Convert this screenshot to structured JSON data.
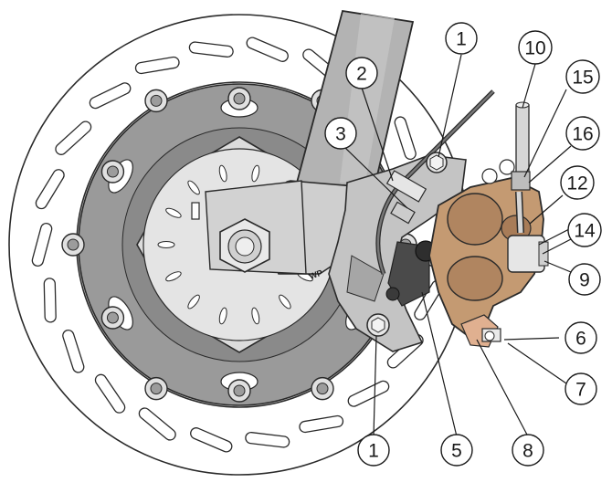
{
  "figure": {
    "hub_logo_text": "WP",
    "callouts": [
      {
        "id": "c1-top",
        "label": "1"
      },
      {
        "id": "c2",
        "label": "2"
      },
      {
        "id": "c3",
        "label": "3"
      },
      {
        "id": "c10",
        "label": "10"
      },
      {
        "id": "c15",
        "label": "15"
      },
      {
        "id": "c16",
        "label": "16"
      },
      {
        "id": "c12",
        "label": "12"
      },
      {
        "id": "c14",
        "label": "14"
      },
      {
        "id": "c9",
        "label": "9"
      },
      {
        "id": "c6",
        "label": "6"
      },
      {
        "id": "c7",
        "label": "7"
      },
      {
        "id": "c1-bottom",
        "label": "1"
      },
      {
        "id": "c5",
        "label": "5"
      },
      {
        "id": "c8",
        "label": "8"
      }
    ]
  },
  "colors": {
    "rotor_outer": "#ffffff",
    "rotor_carrier": "#9a9a9a",
    "hub": "#d9d9d9",
    "fork": "#b3b3b3",
    "caliper": "#c49a72",
    "line": "#2a2a2a"
  }
}
